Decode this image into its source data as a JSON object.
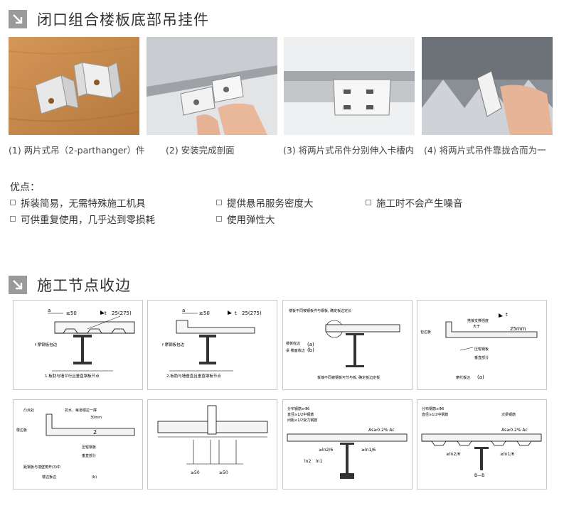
{
  "section1": {
    "title": "闭口组合楼板底部吊挂件"
  },
  "photos": [
    {
      "caption": "(1) 两片式吊（2-parthanger）件"
    },
    {
      "caption": "(2) 安装完成剖面"
    },
    {
      "caption": "(3) 将两片式吊件分别伸入卡槽内"
    },
    {
      "caption": "(4) 将两片式吊件靠拢合而为一"
    }
  ],
  "advantages": {
    "title": "优点：",
    "items": [
      "拆装简易，无需特殊施工机具",
      "提供悬吊服务密度大",
      "施工时不会产生噪音",
      "可供重复使用，几乎达到零损耗",
      "使用弹性大"
    ]
  },
  "section2": {
    "title": "施工节点收边"
  },
  "drawings": [
    {
      "dims": [
        "a",
        "≥50",
        "t",
        "25(275)"
      ],
      "labels": [
        "f 摩钢板包边"
      ],
      "caption": "1.板肋与墙平行且垂直钢板节点"
    },
    {
      "dims": [
        "a",
        "≥50",
        "t",
        "25(275)"
      ],
      "labels": [
        "f 摩钢板包边"
      ],
      "caption": "2.板肋与墙垂直且垂直钢板节点"
    },
    {
      "dims": [
        "(a)",
        "(b)"
      ],
      "labels": [
        "楼板不同被钢板件与钢板, 确定板边定长",
        "楼板收边",
        "桌 楼面收边"
      ],
      "caption": "板端不同被钢板可节与板, 确定板边定板"
    },
    {
      "dims": [
        "t",
        "25mm",
        "(a)"
      ],
      "labels": [
        "搭接支撑强度",
        "大于",
        "包边板",
        "压辊钢板",
        "垂直部分"
      ],
      "caption": "摩托板边"
    },
    {
      "dims": [
        "30mm",
        "2",
        "(b)"
      ],
      "labels": [
        "凸点处",
        "抗水、每道楼拉一撑",
        "楼边板",
        "压辊钢板",
        "垂直部分",
        "距钢板与墙壁角开(3)中",
        "楼边板边"
      ],
      "caption": ""
    },
    {
      "dims": [
        "≥50",
        "≥50"
      ],
      "labels": [],
      "caption": ""
    },
    {
      "dims": [
        "≥ln2/6",
        "≥ln1/6",
        "ln2",
        "ln1",
        "As≥0.2% Ac"
      ],
      "labels": [
        "分布钢筋≥Φ6",
        "直径≥1/2中钢筋",
        "间距≤1/2受力钢筋"
      ],
      "caption": ""
    },
    {
      "dims": [
        "≥ln2/6",
        "≥ln1/6",
        "As≥0.2% Ac",
        "B—B"
      ],
      "labels": [
        "分布钢筋≥Φ6",
        "直径≥1/2中钢筋",
        "次梁钢筋"
      ],
      "caption": ""
    }
  ]
}
